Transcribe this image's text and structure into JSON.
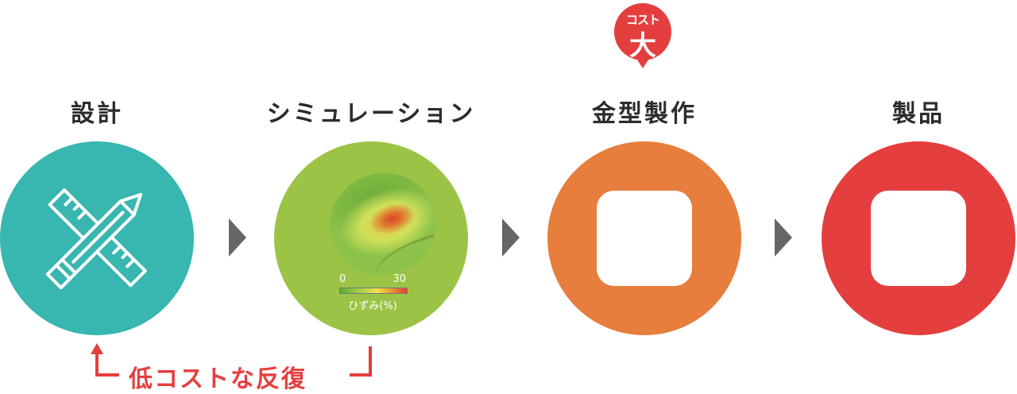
{
  "stages": [
    {
      "title": "設計",
      "color": "#38b6b0",
      "icon": "ruler-pencil-icon"
    },
    {
      "title": "シミュレーション",
      "color": "#9bc446",
      "icon": "strain-heatmap"
    },
    {
      "title": "金型製作",
      "color": "#e77e3d",
      "icon": "rounded-square-icon"
    },
    {
      "title": "製品",
      "color": "#e53e3e",
      "icon": "rounded-square-icon"
    }
  ],
  "simulation_legend": {
    "min": "0",
    "max": "30",
    "label": "ひずみ(%)"
  },
  "cost_badge": {
    "small": "コスト",
    "big": "大",
    "color": "#e53e3e"
  },
  "loop": {
    "label": "低コストな反復",
    "color": "#e53e3e"
  },
  "arrow_color": "#666666"
}
